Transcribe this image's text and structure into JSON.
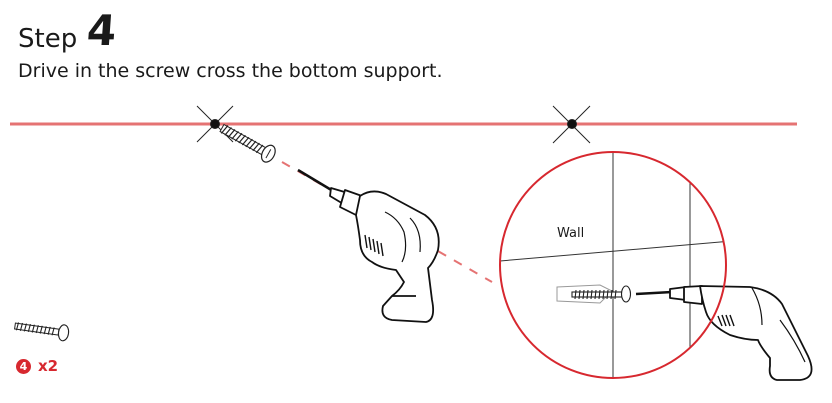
{
  "header": {
    "step_word": "Step",
    "step_number": "4",
    "instruction": "Drive in the screw cross the bottom support."
  },
  "illustration": {
    "wall_label": "Wall",
    "guide_line_color": "#e57373",
    "detail_circle_color": "#d7282f"
  },
  "parts": {
    "part_number": "4",
    "quantity": "x2",
    "accent_color": "#d7282f"
  }
}
